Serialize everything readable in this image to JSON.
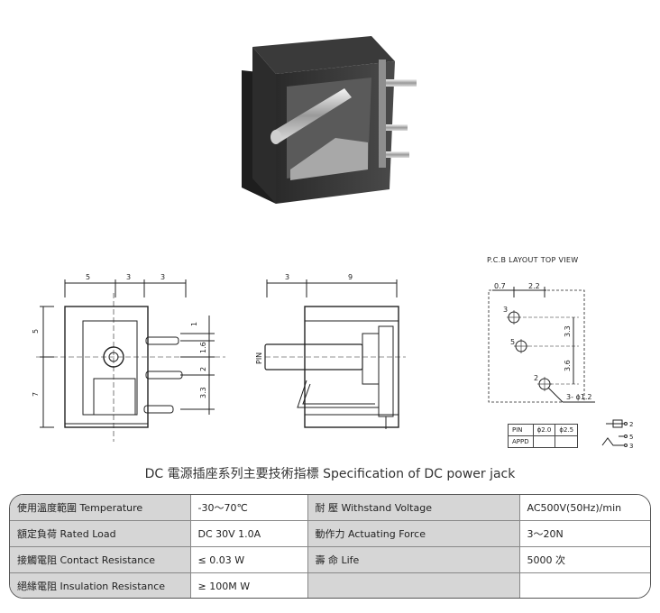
{
  "drawing": {
    "pcb_title": "P.C.B LAYOUT    TOP VIEW",
    "front_dims": {
      "top": [
        "5",
        "3",
        "3"
      ],
      "left": [
        "5",
        "7"
      ],
      "right": [
        "1",
        "1.6",
        "2",
        "3.3"
      ]
    },
    "side_dims": {
      "top": [
        "3",
        "9"
      ],
      "pin_label": "PIN"
    },
    "pcb_dims": {
      "top": [
        "0.7",
        "2.2"
      ],
      "right": [
        "3.3",
        "3.6"
      ],
      "pins": [
        "3",
        "5",
        "2"
      ],
      "hole": "3- ϕ1.2"
    },
    "legend": {
      "rows": [
        [
          "PIN",
          "ϕ2.0",
          "ϕ2.5"
        ],
        [
          "APPD",
          "",
          ""
        ]
      ],
      "pins": [
        "2",
        "5",
        "3"
      ]
    }
  },
  "spec": {
    "title": "DC  電源插座系列主要技術指標 Specification of DC power jack",
    "rows": [
      {
        "label1": "使用溫度範圍 Temperature",
        "value1": "-30～70℃",
        "label2": "耐     壓   Withstand Voltage",
        "value2": "AC500V(50Hz)/min"
      },
      {
        "label1": "額定負荷  Rated Load",
        "value1": "DC  30V  1.0A",
        "label2": "動作力  Actuating Force",
        "value2": "3～20N"
      },
      {
        "label1": "接觸電阻  Contact Resistance",
        "value1": "≤ 0.03 W",
        "label2": "壽     命   Life",
        "value2": "5000 次"
      },
      {
        "label1": "絕緣電阻  Insulation Resistance",
        "value1": "≥ 100M W",
        "label2": "",
        "value2": ""
      }
    ]
  }
}
